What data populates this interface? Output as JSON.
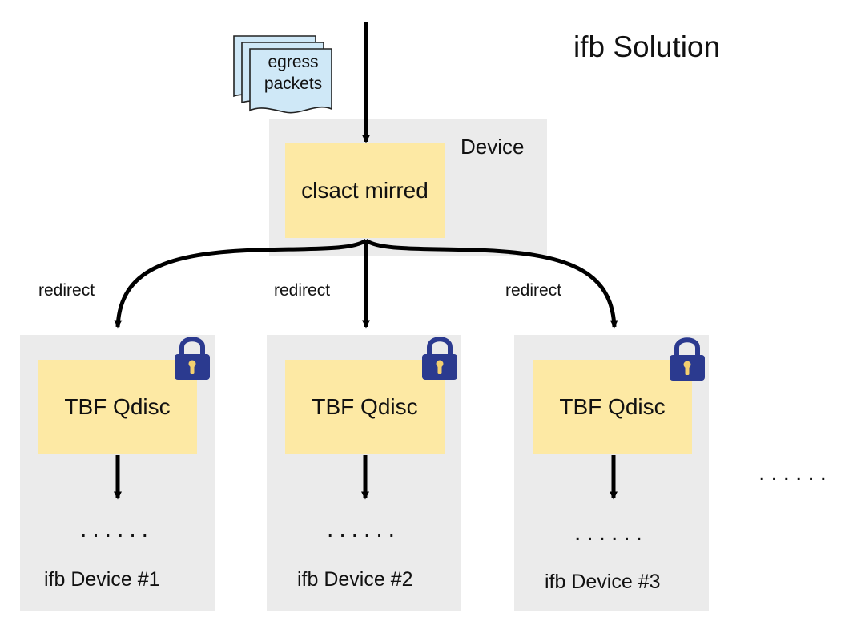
{
  "title": "ifb Solution",
  "egress": {
    "line1": "egress",
    "line2": "packets",
    "icon": "stacked-documents-icon"
  },
  "main_device": {
    "label": "Device",
    "component": "clsact mirred"
  },
  "redirect_label": "redirect",
  "ifb_devices": [
    {
      "qdisc": "TBF Qdisc",
      "label": "ifb Device #1",
      "ellipsis": "......",
      "lock_icon": "lock-icon"
    },
    {
      "qdisc": "TBF Qdisc",
      "label": "ifb Device #2",
      "ellipsis": "......",
      "lock_icon": "lock-icon"
    },
    {
      "qdisc": "TBF Qdisc",
      "label": "ifb Device #3",
      "ellipsis": "......",
      "lock_icon": "lock-icon"
    }
  ],
  "more_devices": "......",
  "colors": {
    "device_background": "#ebebeb",
    "component_background": "#fde9a4",
    "packet_fill": "#cfe8f7",
    "lock_body": "#2b3a8f",
    "lock_keyhole": "#f4d06f",
    "arrow": "#000000"
  }
}
